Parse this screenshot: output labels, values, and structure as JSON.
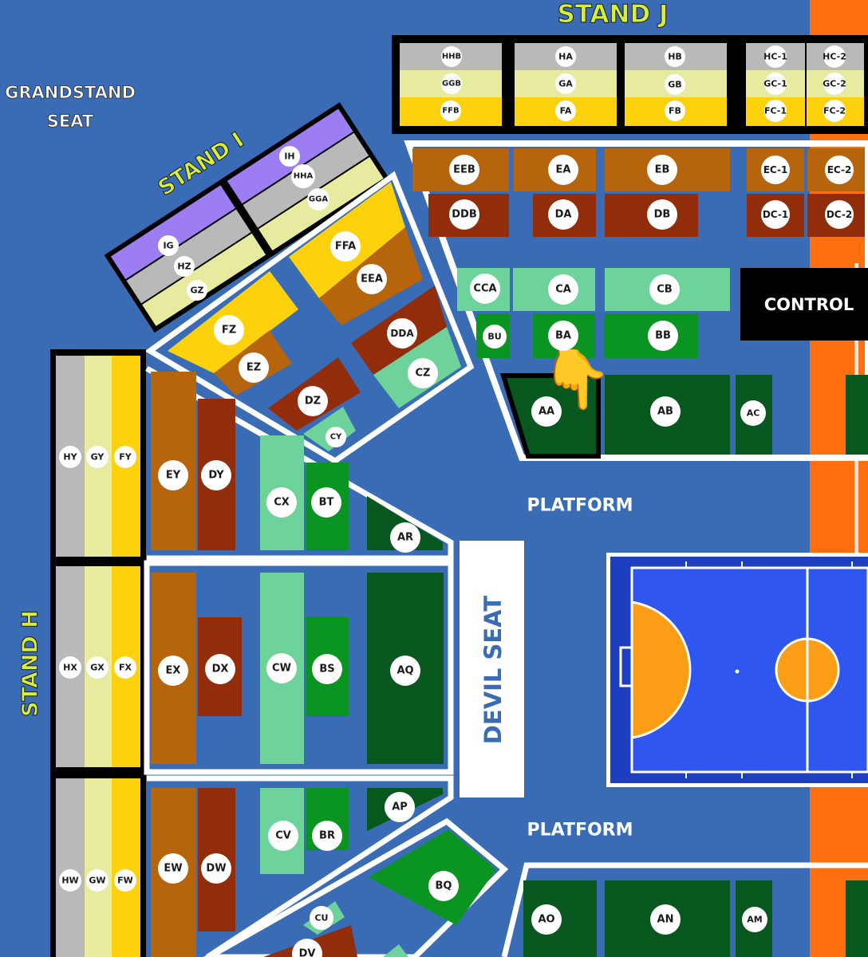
{
  "colors": {
    "background": "#3a6cb5",
    "orange_band": "#ff6f0f",
    "gray": "#b9b9b9",
    "pale_yellow": "#e6eba0",
    "yellow": "#fdd10b",
    "purple": "#9d7ef2",
    "brown": "#b6650d",
    "dark_red": "#922d0c",
    "light_green": "#6dd39a",
    "green": "#0a9422",
    "dark_green": "#07571f",
    "court_blue": "#2f57f0",
    "court_orange": "#fb9e16",
    "stand_label": "#d8ef3a",
    "control_bg": "#000000"
  },
  "labels": {
    "stand_j": "STAND J",
    "stand_i": "STAND I",
    "stand_h": "STAND H",
    "grandstand_line1": "GRANDSTAND",
    "grandstand_line2": "SEAT",
    "control": "CONTROL",
    "platform_top": "PLATFORM",
    "platform_bottom": "PLATFORM",
    "devil_seat": "DEVIL SEAT"
  },
  "sections": {
    "HHB": "HHB",
    "HA": "HA",
    "HB": "HB",
    "HC1": "HC-1",
    "HC2": "HC-2",
    "GGB": "GGB",
    "GA": "GA",
    "GB": "GB",
    "GC1": "GC-1",
    "GC2": "GC-2",
    "FFB": "FFB",
    "FA": "FA",
    "FB": "FB",
    "FC1": "FC-1",
    "FC2": "FC-2",
    "EEB": "EEB",
    "EA": "EA",
    "EB": "EB",
    "EC1": "EC-1",
    "EC2": "EC-2",
    "DDB": "DDB",
    "DA": "DA",
    "DB": "DB",
    "DC1": "DC-1",
    "DC2": "DC-2",
    "CCA": "CCA",
    "CA": "CA",
    "CB": "CB",
    "BU": "BU",
    "BA": "BA",
    "BB": "BB",
    "AA": "AA",
    "AB": "AB",
    "AC": "AC",
    "IH": "IH",
    "HHA": "HHA",
    "GGA": "GGA",
    "IG": "IG",
    "HZ": "HZ",
    "GZ": "GZ",
    "FFA": "FFA",
    "EEA": "EEA",
    "DDA": "DDA",
    "CZ": "CZ",
    "FZ": "FZ",
    "EZ": "EZ",
    "DZ": "DZ",
    "CY": "CY",
    "HY": "HY",
    "GY": "GY",
    "FY": "FY",
    "HX": "HX",
    "GX": "GX",
    "FX": "FX",
    "HW": "HW",
    "GW": "GW",
    "FW": "FW",
    "EY": "EY",
    "DY": "DY",
    "CX": "CX",
    "BT": "BT",
    "AR": "AR",
    "EX": "EX",
    "DX": "DX",
    "CW": "CW",
    "BS": "BS",
    "AQ": "AQ",
    "EW": "EW",
    "DW": "DW",
    "CV": "CV",
    "BR": "BR",
    "AP": "AP",
    "BQ": "BQ",
    "CU": "CU",
    "DV": "DV",
    "AO": "AO",
    "AN": "AN",
    "AM": "AM"
  },
  "pointer_emoji": "👇"
}
